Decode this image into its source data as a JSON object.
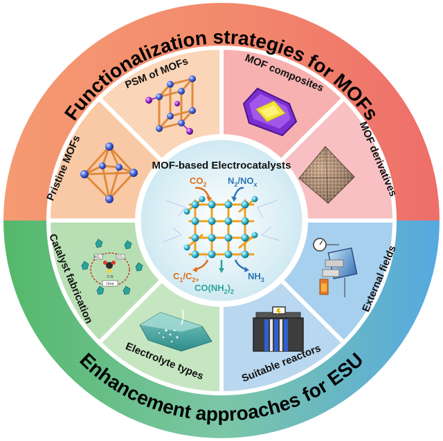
{
  "outer_ring": {
    "top_title": "Functionalization strategies for MOFs",
    "bottom_title": "Enhancement approaches for ESU"
  },
  "segments": {
    "pristine": "Pristine MOFs",
    "psm": "PSM of MOFs",
    "composites": "MOF composites",
    "derivatives": "MOF derivatives",
    "external_fields": "External fields",
    "suitable_reactors": "Suitable reactors",
    "electrolyte_types": "Electrolyte types",
    "catalyst_fabrication": "Catalyst fabrication"
  },
  "center": {
    "title": "MOF-based Electrocatalysts",
    "co2": "CO",
    "co2_sub": "2",
    "n2": "N",
    "n2_sub": "2",
    "no": "/NO",
    "no_sub": "x",
    "c1": "C",
    "c1_sub": "1",
    "c2": "/C",
    "c2_sub": "2+",
    "urea": "CO(NH",
    "urea_sub": "2",
    "urea_close": ")",
    "urea_close_sub": "2",
    "nh": "NH",
    "nh_sub": "3"
  },
  "catalyst_scheme": {
    "no3": "NO₃⁻",
    "co2": "CO₂",
    "cn": "C-N",
    "urea": "Urea"
  },
  "colors": {
    "top_ring": "#f0806a",
    "top_ring_light": "#f7a58a",
    "bottom_ring_green": "#5dbd74",
    "bottom_ring_blue": "#5aaedf",
    "pristine_fill": "#f9c9a6",
    "psm_fill": "#fbd7bd",
    "composites_fill": "#f9b7b4",
    "derivatives_fill": "#f8c2c5",
    "external_fill": "#a9d0ef",
    "reactors_fill": "#b9d8f0",
    "electrolyte_fill": "#c7e7c3",
    "catalyst_fill": "#b8e0b4",
    "center_fill": "#dff1f6",
    "co2_color": "#e06e16",
    "n2_color": "#2e74b5",
    "c_color": "#e06e16",
    "urea_color": "#2aa39a",
    "nh3_color": "#2e74b5"
  }
}
